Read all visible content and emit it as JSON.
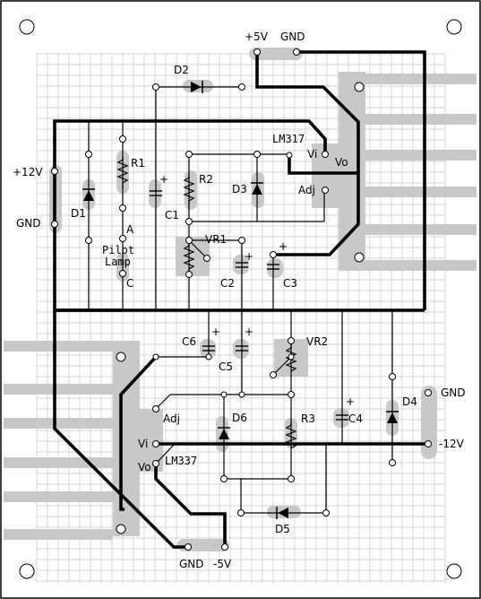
{
  "supply": {
    "pos5": "+5V",
    "gnd_top": "GND",
    "pos12": "+12V",
    "gnd_left": "GND",
    "gnd_right": "GND",
    "neg12": "-12V",
    "gnd_bottom": "GND",
    "neg5": "-5V"
  },
  "regulators": {
    "lm317": {
      "name": "LM317",
      "vi": "Vi",
      "vo": "Vo",
      "adj": "Adj"
    },
    "lm337": {
      "name": "LM337",
      "vi": "Vi",
      "vo": "Vo",
      "adj": "Adj"
    }
  },
  "parts": {
    "d1": "D1",
    "d2": "D2",
    "d3": "D3",
    "d4": "D4",
    "d5": "D5",
    "d6": "D6",
    "r1": "R1",
    "r2": "R2",
    "r3": "R3",
    "vr1": "VR1",
    "vr2": "VR2",
    "c1": "C1",
    "c2": "C2",
    "c3": "C3",
    "c4": "C4",
    "c5": "C5",
    "c6": "C6"
  },
  "pilot_lamp": {
    "anode": "A",
    "line1": "Pilot",
    "line2": "Lamp",
    "cathode": "C"
  },
  "plus": "+"
}
